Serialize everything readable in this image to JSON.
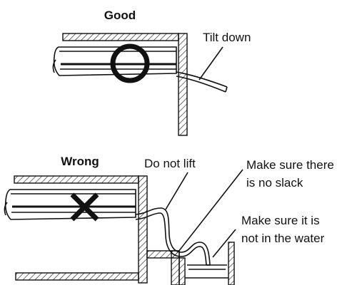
{
  "good": {
    "title": "Good",
    "label_tilt": "Tilt down"
  },
  "wrong": {
    "title": "Wrong",
    "label_lift": "Do not lift",
    "label_slack_1": "Make sure there",
    "label_slack_2": "is no slack",
    "label_water_1": "Make sure it is",
    "label_water_2": "not in the water"
  },
  "icons": {
    "good_mark": "circle-icon",
    "wrong_mark": "cross-icon"
  }
}
